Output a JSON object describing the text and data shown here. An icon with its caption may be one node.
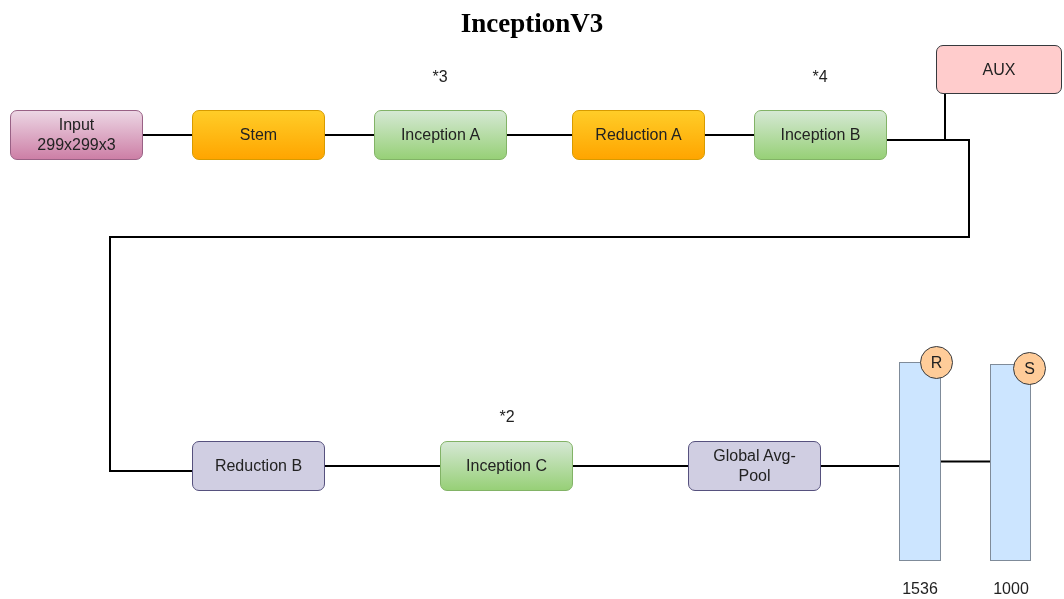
{
  "diagram": {
    "title": "InceptionV3",
    "nodes": [
      {
        "text": [
          "Input 299x299x3"
        ]
      },
      {
        "text": [
          "Stem"
        ]
      },
      {
        "text": [
          "Inception A"
        ],
        "beside": [
          "*3"
        ]
      },
      {
        "text": [
          "Reduction A"
        ]
      },
      {
        "text": [
          "Inception B"
        ],
        "beside": [
          "*4"
        ]
      },
      {
        "text": [
          "AUX"
        ]
      },
      {
        "text": [
          "Reduction B"
        ]
      },
      {
        "text": [
          "Inception C"
        ],
        "beside": [
          "*2"
        ]
      },
      {
        "text": [
          "Global Avg-Pool"
        ]
      },
      {
        "text": [],
        "shape": "bar",
        "beside": [
          "1536"
        ]
      },
      {
        "text": [
          "R"
        ]
      },
      {
        "text": [],
        "shape": "bar",
        "beside": [
          "1000"
        ]
      },
      {
        "text": [
          "S"
        ]
      }
    ],
    "edges": [
      {
        "from": 0,
        "to": 1,
        "arrow": "none"
      },
      {
        "from": 1,
        "to": 2,
        "arrow": "none"
      },
      {
        "from": 2,
        "to": 3,
        "arrow": "none"
      },
      {
        "from": 3,
        "to": 4,
        "arrow": "none"
      },
      {
        "from": 4,
        "to": 5,
        "arrow": "none"
      },
      {
        "from": 4,
        "to": 6,
        "arrow": "none"
      },
      {
        "from": 6,
        "to": 7,
        "arrow": "none"
      },
      {
        "from": 7,
        "to": 8,
        "arrow": "none"
      },
      {
        "from": 8,
        "to": 9,
        "arrow": "none"
      },
      {
        "from": 9,
        "to": 11,
        "arrow": "none"
      }
    ]
  }
}
